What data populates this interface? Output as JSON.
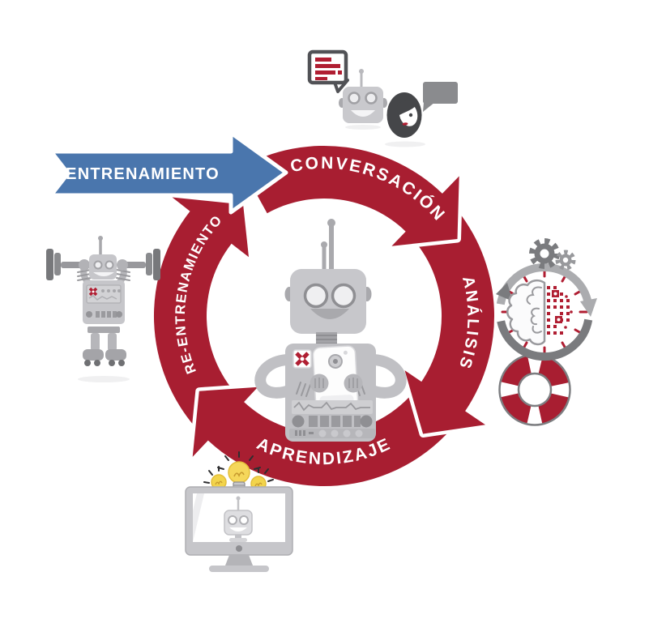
{
  "diagram": {
    "type": "cycle",
    "direction": "clockwise",
    "input_arrow": {
      "label": "ENTRENAMIENTO"
    },
    "stages": [
      {
        "label": "CONVERSACIÓN",
        "position": "top",
        "icon": "robot-chatting-with-woman"
      },
      {
        "label": "ANÁLISIS",
        "position": "right",
        "icon": "half-brain-half-circuit-with-gears"
      },
      {
        "label": "APRENDIZAJE",
        "position": "bottom",
        "icon": "robot-on-monitor-with-lightbulbs"
      },
      {
        "label": "RE-ENTRENAMIENTO",
        "position": "left",
        "icon": "robot-lifting-weights"
      }
    ],
    "center_icon": "robot-holding-smartphone"
  },
  "colors": {
    "cycle_red": "#A81E31",
    "arrow_blue": "#4A76AD",
    "label_text": "#FFFFFF",
    "robot_gray": "#C6C6CA",
    "dark_gray": "#515256",
    "bubble_gray": "#8A8B8E",
    "bulb_yellow": "#F2D44C"
  }
}
